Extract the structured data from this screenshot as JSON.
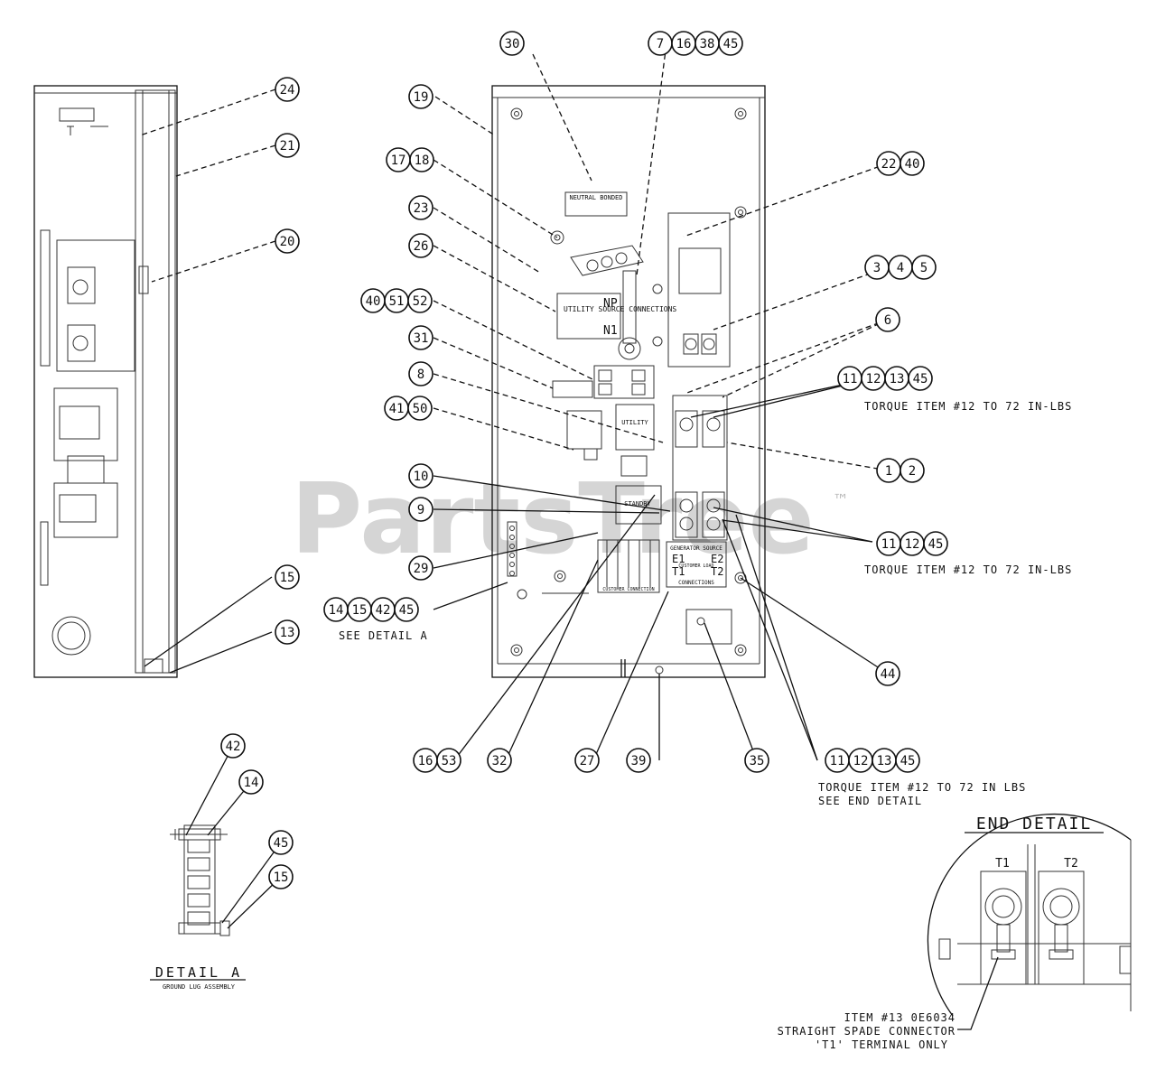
{
  "watermark": {
    "text": "PartsTree",
    "trademark": "™"
  },
  "callouts": {
    "c1": [
      "30"
    ],
    "c2": [
      "7",
      "16",
      "38",
      "45"
    ],
    "c3": [
      "24"
    ],
    "c4": [
      "21"
    ],
    "c5": [
      "20"
    ],
    "c6": [
      "19"
    ],
    "c7": [
      "17",
      "18"
    ],
    "c8": [
      "23"
    ],
    "c9": [
      "26"
    ],
    "c10": [
      "22",
      "40"
    ],
    "c11": [
      "3",
      "4",
      "5"
    ],
    "c12": [
      "40",
      "51",
      "52"
    ],
    "c13": [
      "6"
    ],
    "c14": [
      "31"
    ],
    "c15": [
      "8"
    ],
    "c16": [
      "11",
      "12",
      "13",
      "45"
    ],
    "c17": [
      "41",
      "50"
    ],
    "c18": [
      "1",
      "2"
    ],
    "c19": [
      "10"
    ],
    "c20": [
      "9"
    ],
    "c21": [
      "11",
      "12",
      "45"
    ],
    "c22": [
      "29"
    ],
    "c23": [
      "14",
      "15",
      "42",
      "45"
    ],
    "c24": [
      "15"
    ],
    "c25": [
      "13"
    ],
    "c26": [
      "44"
    ],
    "c27": [
      "16",
      "53"
    ],
    "c28": [
      "32"
    ],
    "c29": [
      "27"
    ],
    "c30": [
      "39"
    ],
    "c31": [
      "35"
    ],
    "c32": [
      "11",
      "12",
      "13",
      "45"
    ],
    "c33": [
      "42"
    ],
    "c34": [
      "14"
    ],
    "c35": [
      "45"
    ],
    "c36": [
      "15"
    ]
  },
  "notes": {
    "torque_top": "TORQUE ITEM #12 TO 72 IN-LBS",
    "torque_mid": "TORQUE ITEM #12 TO 72 IN-LBS",
    "torque_bottom": "TORQUE ITEM #12 TO 72 IN LBS",
    "see_end_detail": "SEE END DETAIL",
    "see_detail_a": "SEE DETAIL A",
    "detail_a_title": "DETAIL A",
    "detail_a_subtitle": "GROUND LUG ASSEMBLY",
    "end_detail_title": "END DETAIL",
    "end_note_1": "ITEM #13 0E6034",
    "end_note_2": "STRAIGHT SPADE CONNECTOR",
    "end_note_3": "'T1' TERMINAL ONLY"
  },
  "labels": {
    "neutral_bonded": "NEUTRAL BONDED",
    "utility_source": "UTILITY SOURCE CONNECTIONS",
    "np": "NP",
    "n1": "N1",
    "generator_source": "GENERATOR SOURCE",
    "e1": "E1",
    "e2": "E2",
    "t1": "T1",
    "t2": "T2",
    "customer_load": "CUSTOMER LOAD",
    "connections": "CONNECTIONS",
    "utility": "UTILITY",
    "standby": "STANDBY",
    "end_t1": "T1",
    "end_t2": "T2",
    "customer_connection": "CUSTOMER CONNECTION"
  }
}
